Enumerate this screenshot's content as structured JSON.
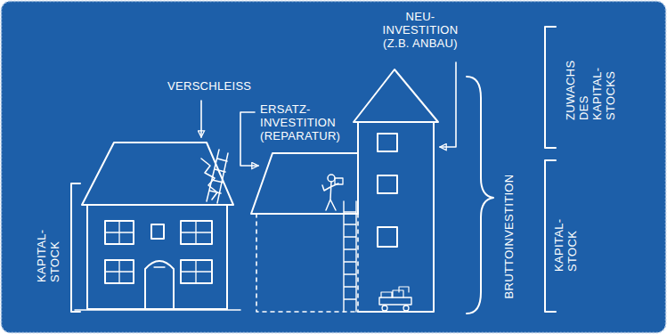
{
  "diagram": {
    "labels": [
      "KAPITAL- STOCK",
      "VERSCHLEISS",
      "ERSATZ- INVESTITION (REPARATUR)",
      "NEU- INVESTITION (Z.B. ANBAU)",
      "BRUTTOINVESTITION",
      "ZUWACHS DES KAPITAL- STOCKS",
      "KAPITAL- STOCK"
    ]
  }
}
